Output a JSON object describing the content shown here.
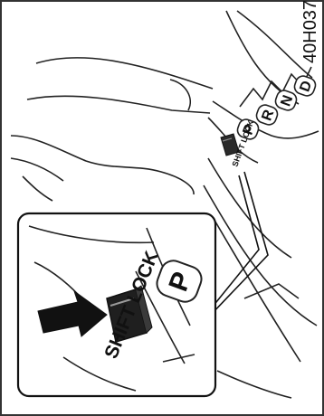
{
  "figure_code": "40H037",
  "button_label_small": "SHIFT LOCK",
  "button_label_large": "SHIFT LOCK",
  "gear_positions": [
    "P",
    "R",
    "N",
    "D"
  ],
  "inset_gear": "P"
}
